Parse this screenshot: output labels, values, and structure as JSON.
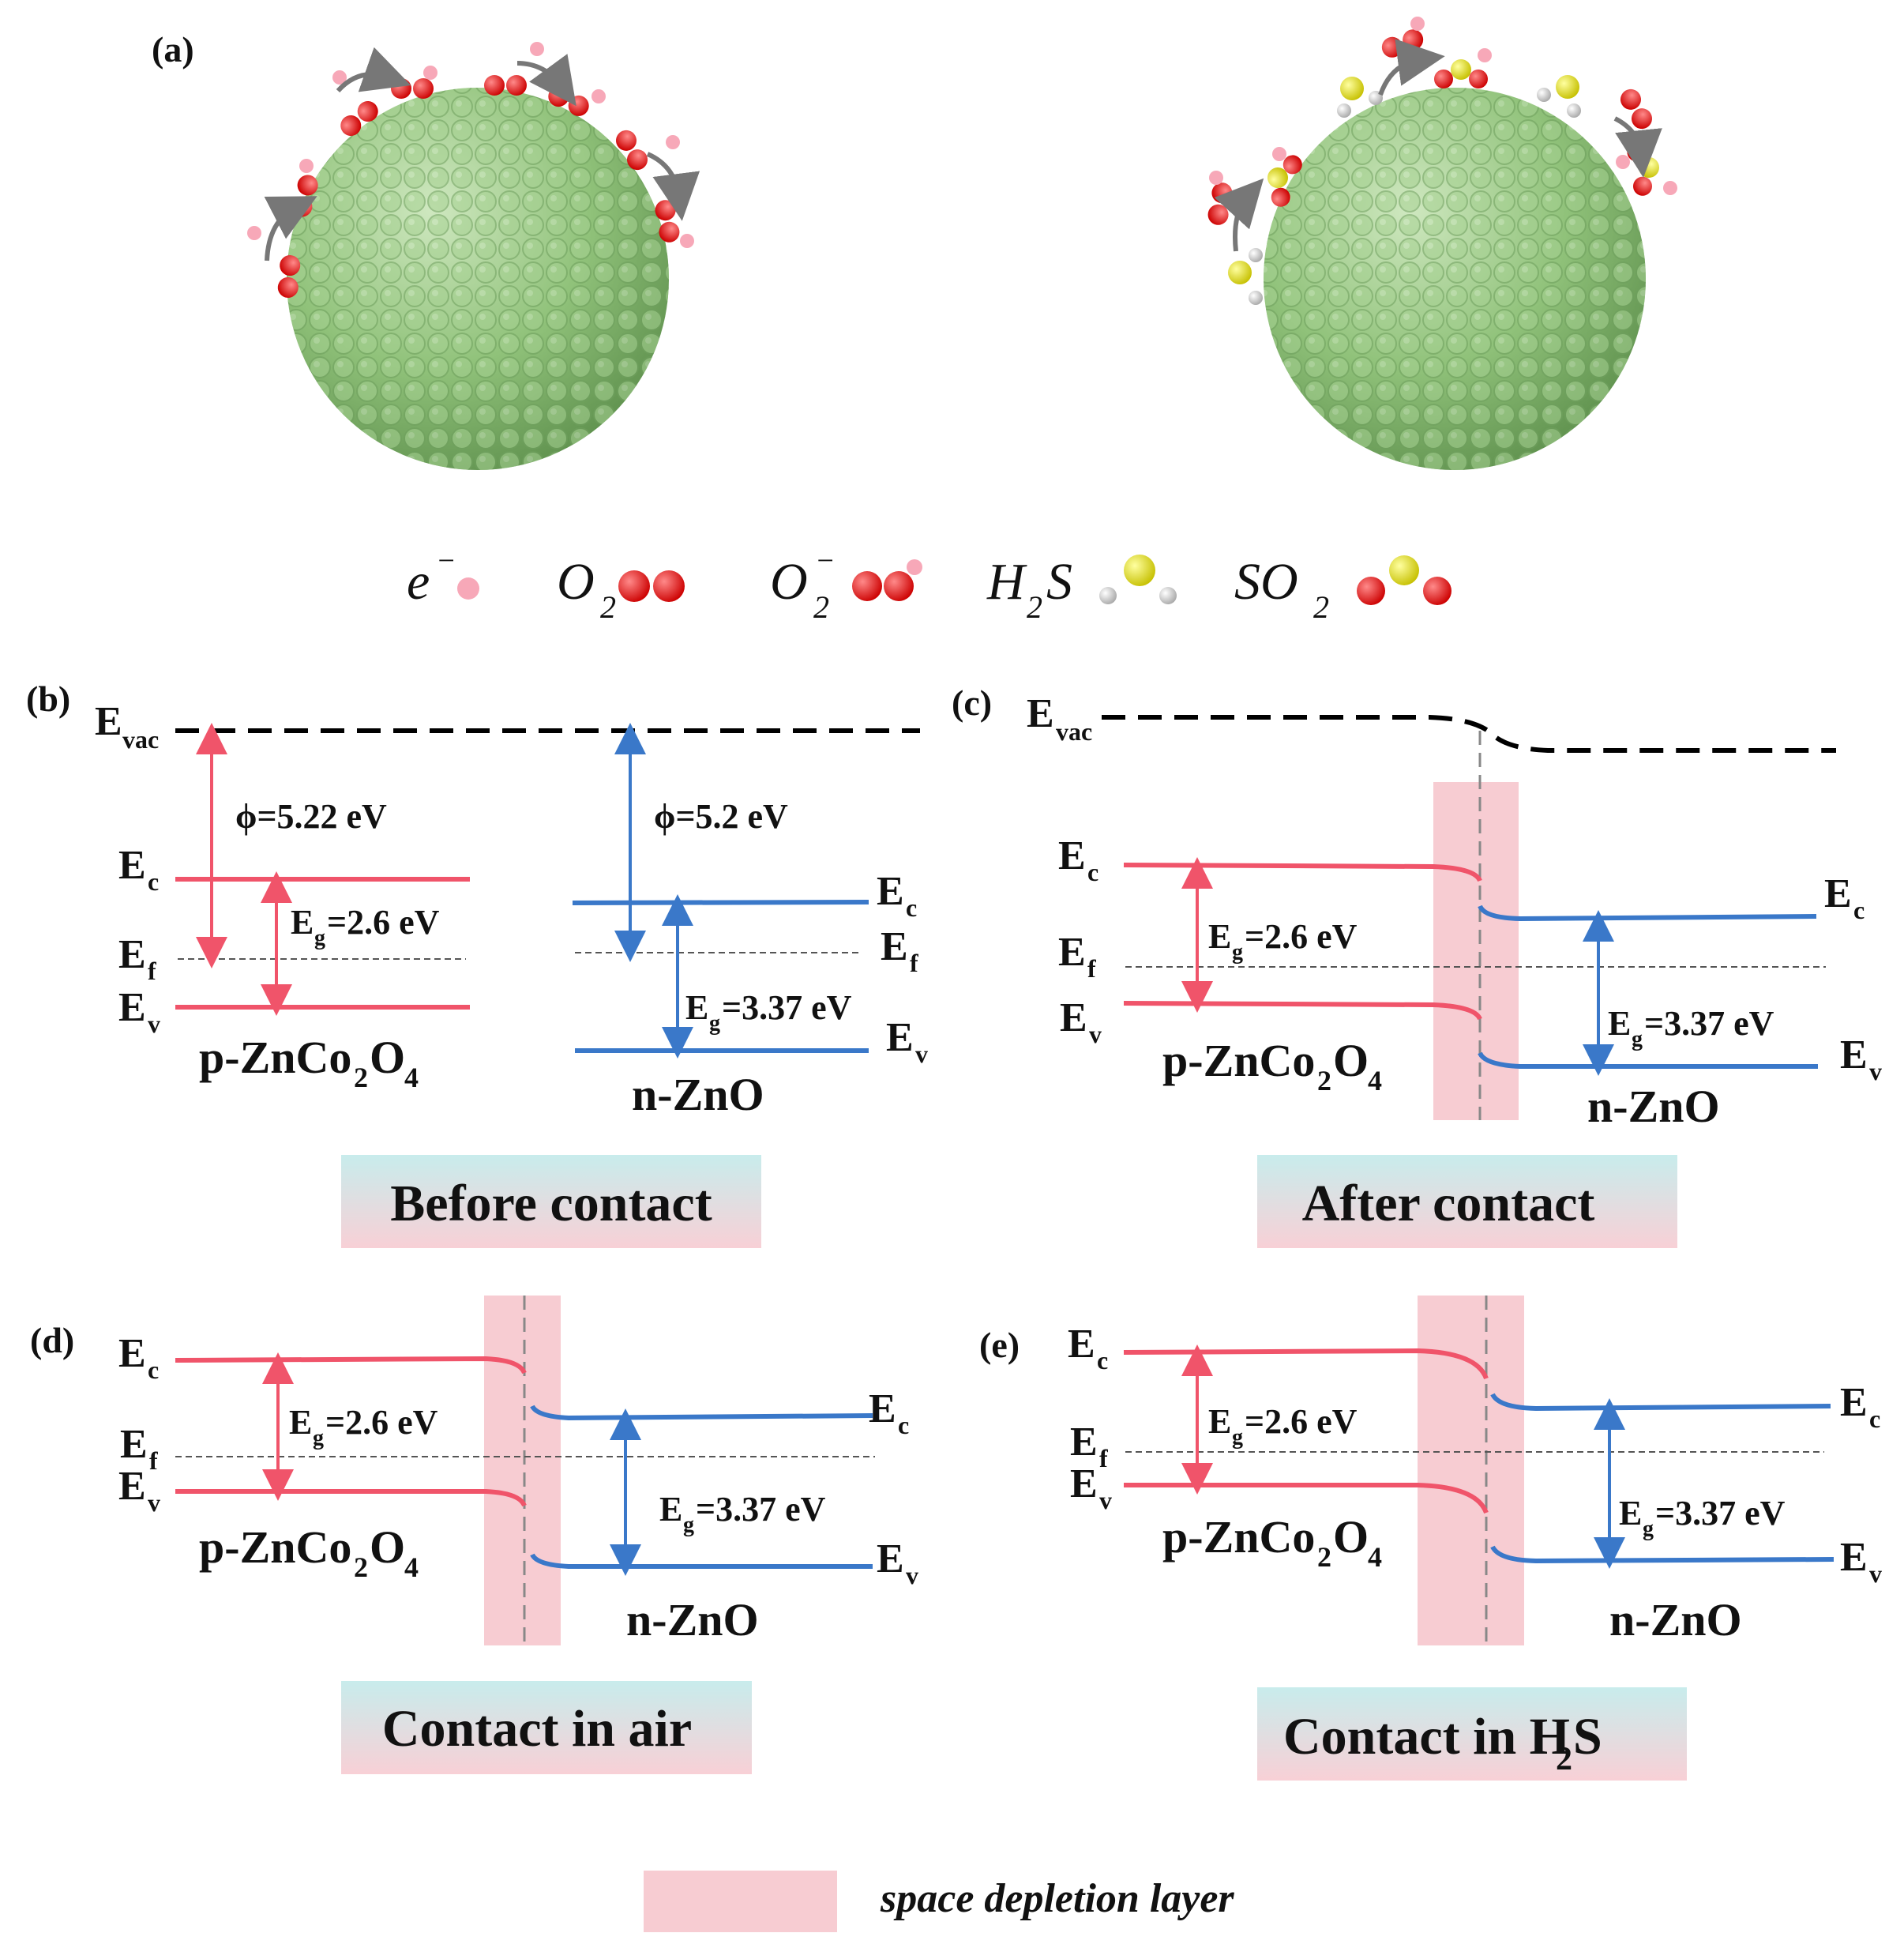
{
  "panels": {
    "a": "(a)",
    "b": "(b)",
    "c": "(c)",
    "d": "(d)",
    "e": "(e)"
  },
  "legend_top": {
    "electron": {
      "base": "e",
      "sup": "−"
    },
    "o2": {
      "base": "O",
      "sub": "2"
    },
    "o2_minus": {
      "base": "O",
      "sub": "2",
      "sup": "−"
    },
    "h2s": {
      "a": "H",
      "sub": "2",
      "b": "S"
    },
    "so2": {
      "base": "SO",
      "sub": "2"
    }
  },
  "levels": {
    "E": "E",
    "vac": "vac",
    "c": "c",
    "f": "f",
    "v": "v"
  },
  "values": {
    "phi_p": "ϕ=5.22 eV",
    "phi_n": "ϕ=5.2 eV",
    "eg_p_pre": "E",
    "eg_sub": "g",
    "eg_p_post": "=2.6 eV",
    "eg_n_post": "=3.37 eV"
  },
  "materials": {
    "p_base1": "p-ZnCo",
    "p_sub1": "2",
    "p_base2": "O",
    "p_sub2": "4",
    "n": "n-ZnO"
  },
  "captions": {
    "before": "Before contact",
    "after": "After contact",
    "air": "Contact in air",
    "h2s_pre": "Contact in H",
    "h2s_sub": "2",
    "h2s_post": "S"
  },
  "legend_bottom": "space depletion layer",
  "colors": {
    "p_band": "#f0546a",
    "n_band": "#3a78c9",
    "depletion": "#f7ccd2",
    "sphere": "#8fc07a",
    "oxygen": "#e01a1a",
    "sulfur": "#e2e21a",
    "hydrogen": "#e8e8e8",
    "electron": "#f7a8b8"
  }
}
